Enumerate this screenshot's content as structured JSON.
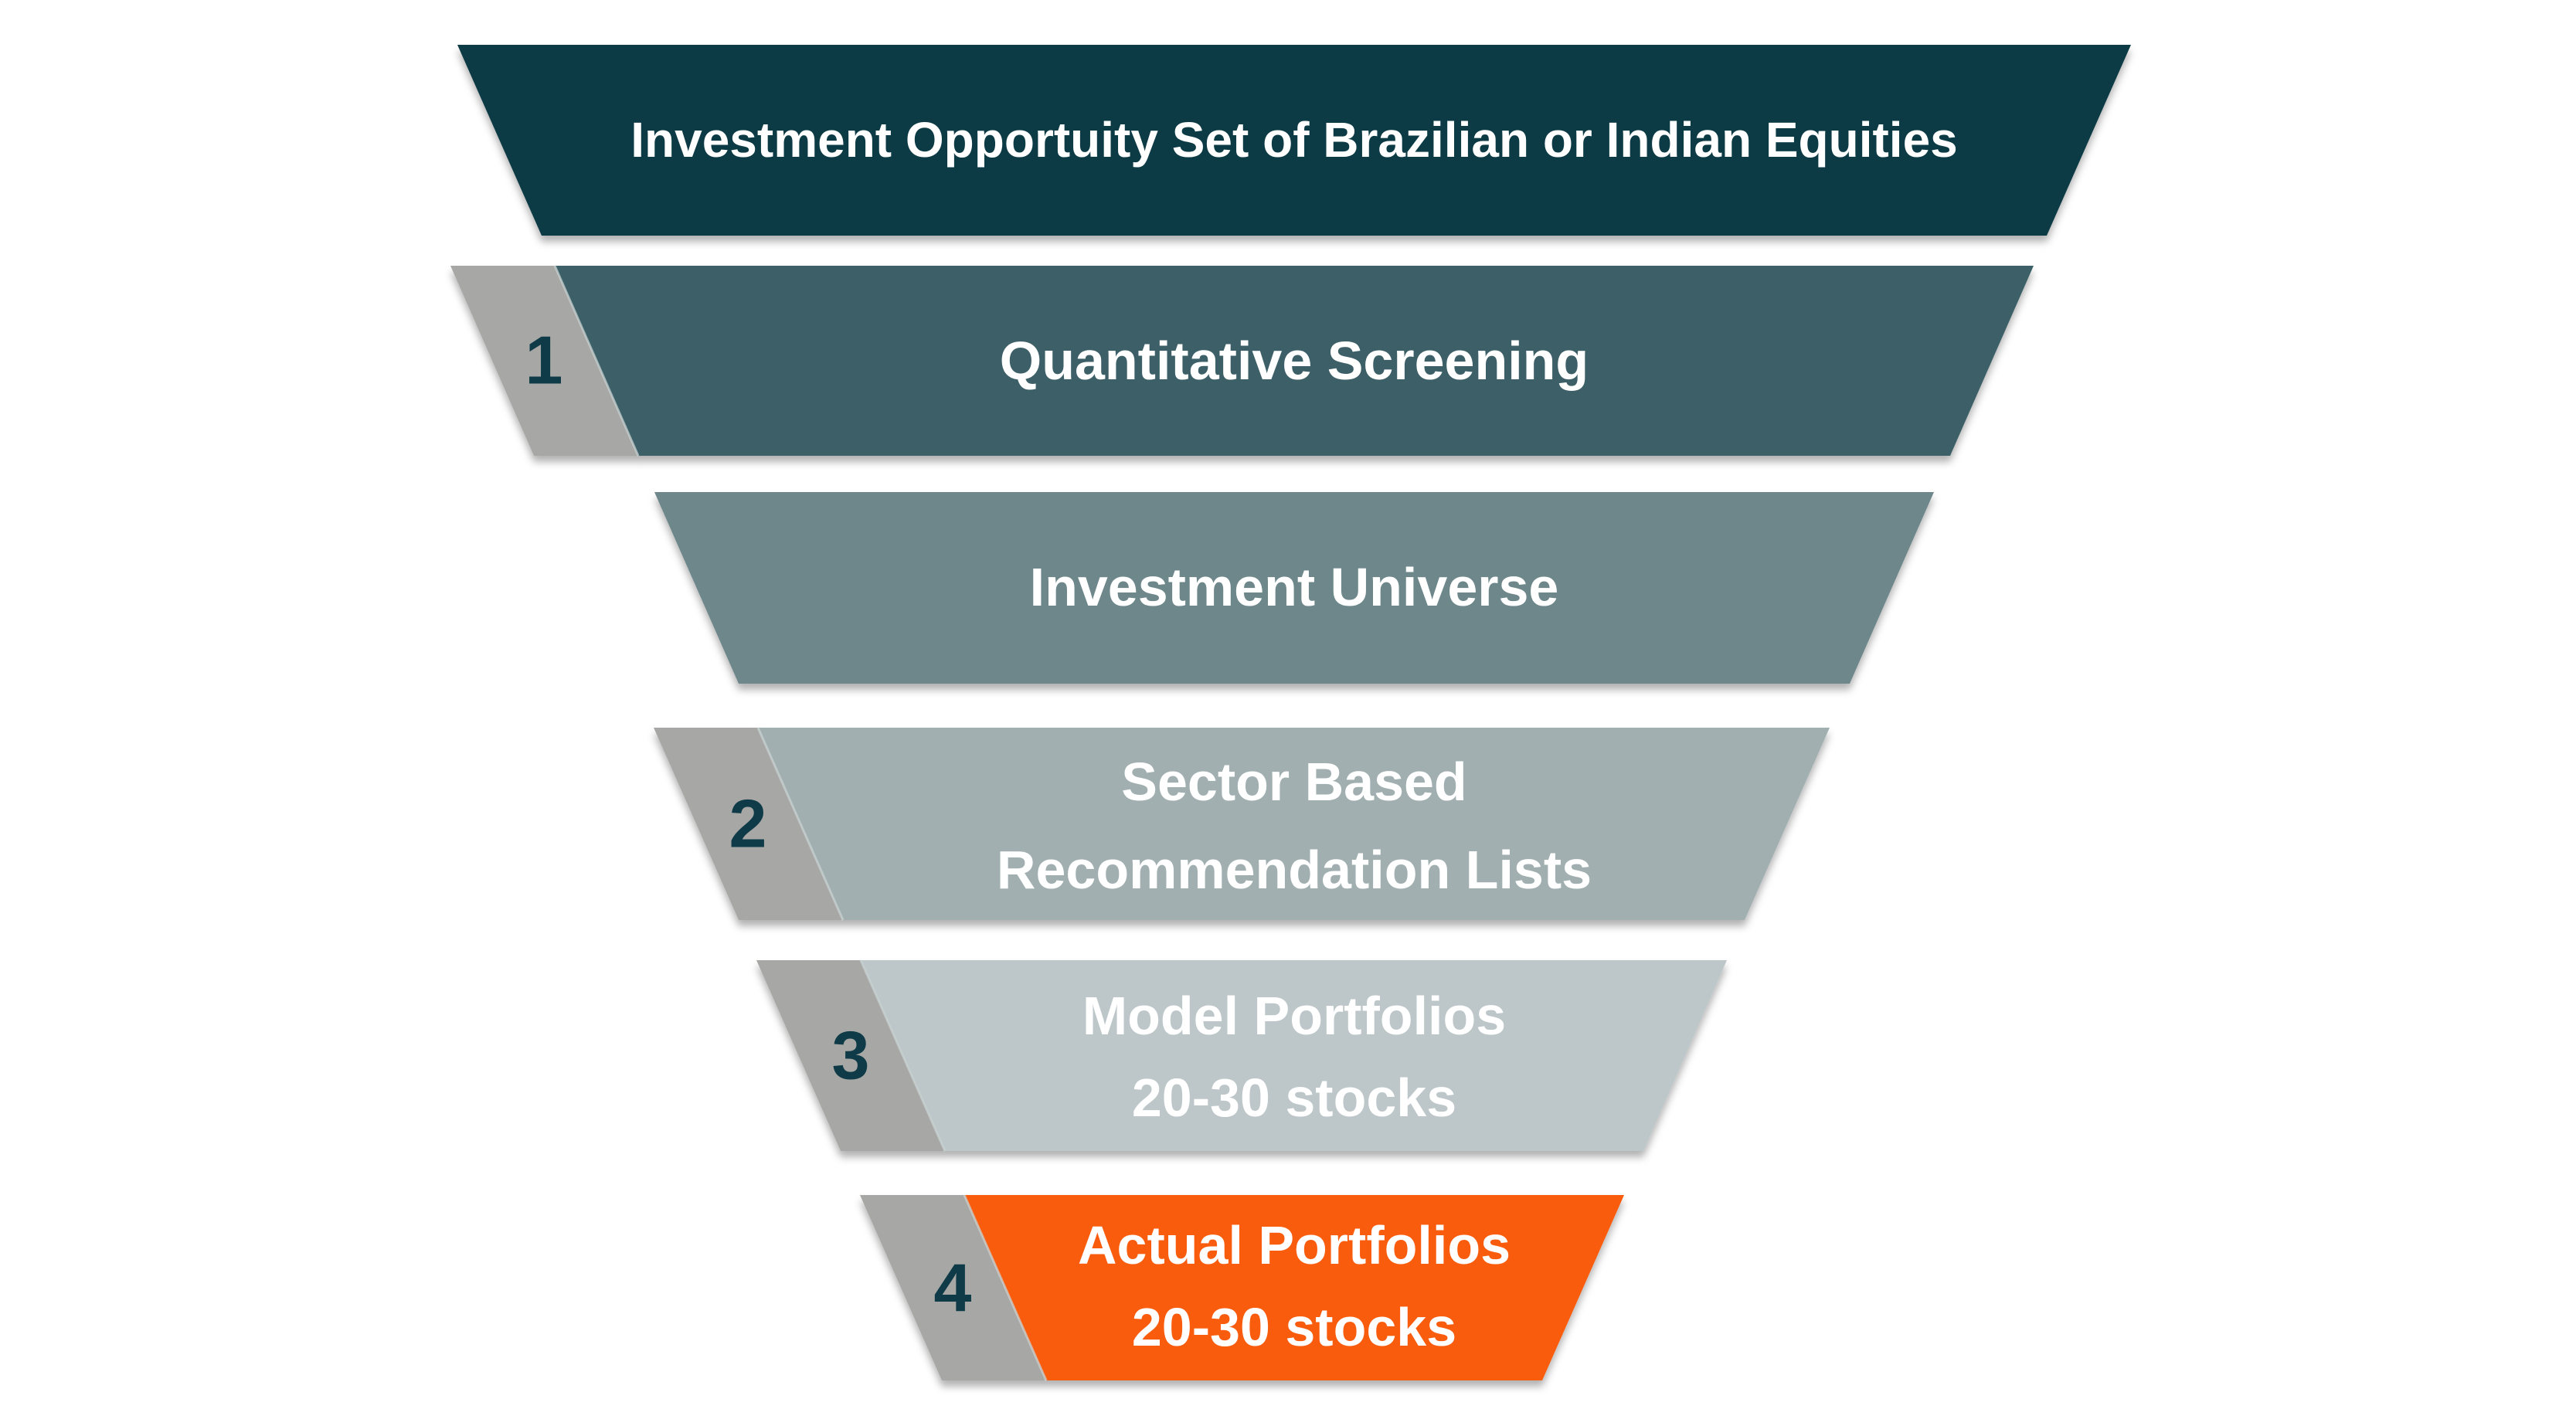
{
  "diagram": {
    "background": "#ffffff",
    "label_text_color": "#ffffff",
    "step_number_color": "#0e3b47",
    "tab_color": "#a7a7a5",
    "bands": [
      {
        "name": "opportunity-set",
        "color": "#0d3a44",
        "lines": [
          "Investment Opportuity Set of Brazilian or Indian Equities"
        ]
      },
      {
        "name": "quantitative-screening",
        "color": "#3c6167",
        "step": "1",
        "lines": [
          "Quantitative Screening"
        ]
      },
      {
        "name": "investment-universe",
        "color": "#6e878b",
        "lines": [
          "Investment Universe"
        ]
      },
      {
        "name": "sector-based-recommendation-lists",
        "color": "#a1afb1",
        "step": "2",
        "lines": [
          "Sector Based",
          "Recommendation Lists"
        ]
      },
      {
        "name": "model-portfolios",
        "color": "#bdc6c8",
        "step": "3",
        "lines": [
          "Model Portfolios",
          "20-30 stocks"
        ]
      },
      {
        "name": "actual-portfolios",
        "color": "#f95b0f",
        "step": "4",
        "lines": [
          "Actual Portfolios",
          "20-30 stocks"
        ]
      }
    ]
  }
}
